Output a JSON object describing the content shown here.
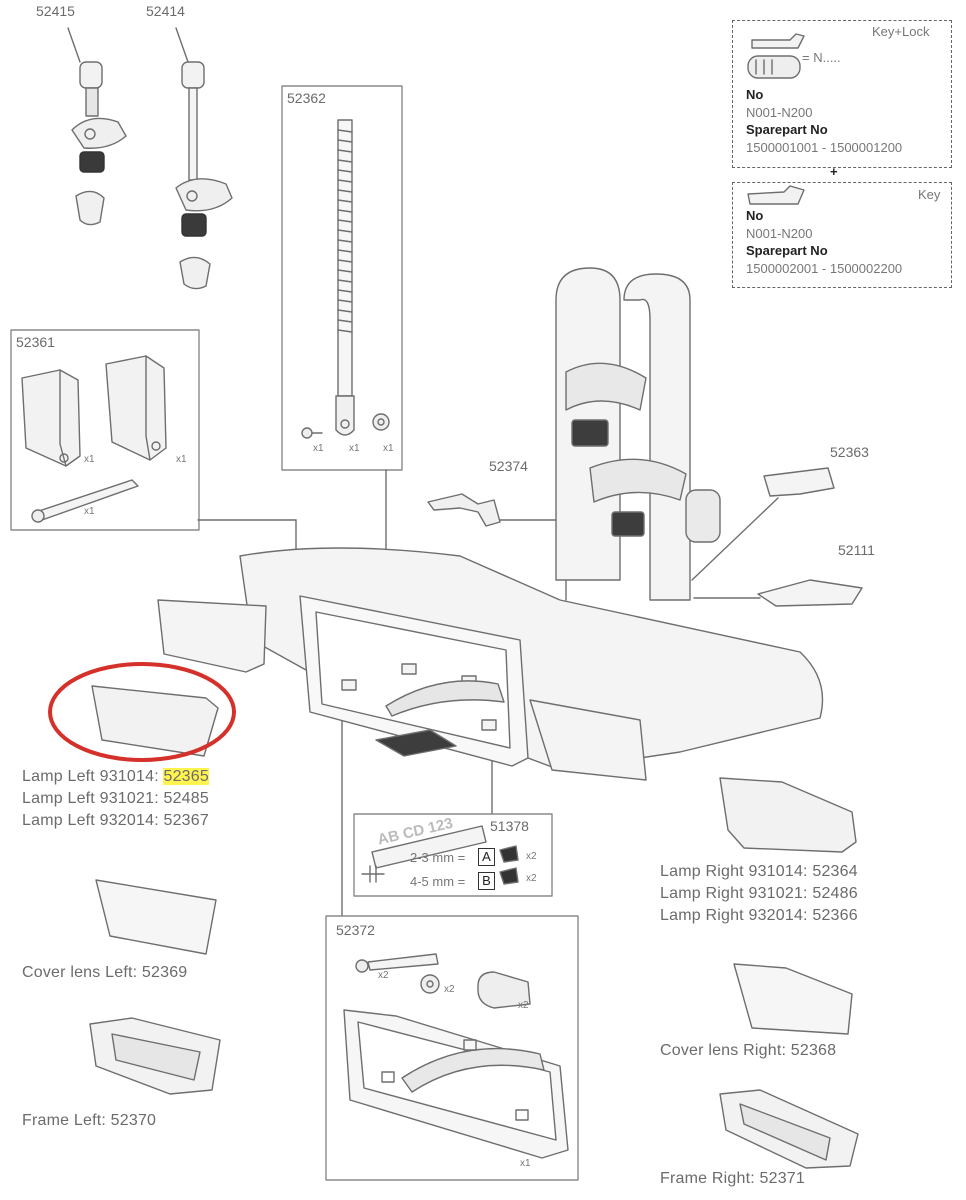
{
  "parts_top": {
    "p52415": "52415",
    "p52414": "52414",
    "p52362": "52362",
    "p52361": "52361",
    "p52374": "52374",
    "p52363": "52363",
    "p52111": "52111",
    "p51378": "51378",
    "p52372": "52372"
  },
  "qty": {
    "x1": "x1",
    "x2": "x2"
  },
  "keylock": {
    "title": "Key+Lock",
    "eq": "= N.....",
    "no_label": "No",
    "no_value": "N001-N200",
    "spare_label": "Sparepart No",
    "spare_value": "1500001001 - 1500001200"
  },
  "plus": "+",
  "key": {
    "title": "Key",
    "no_label": "No",
    "no_value": "N001-N200",
    "spare_label": "Sparepart No",
    "spare_value": "1500002001 - 1500002200"
  },
  "plate": {
    "text": "AB CD 123",
    "row1": "2-3 mm =",
    "row1_letter": "A",
    "row2": "4-5 mm =",
    "row2_letter": "B"
  },
  "lamp_left": {
    "line1_prefix": "Lamp Left 931014: ",
    "line1_part": "52365",
    "line2": "Lamp Left 931021: 52485",
    "line3": "Lamp Left 932014: 52367"
  },
  "lamp_right": {
    "line1": "Lamp Right 931014: 52364",
    "line2": "Lamp Right 931021: 52486",
    "line3": "Lamp Right 932014: 52366"
  },
  "cover_left": "Cover lens Left: 52369",
  "cover_right": "Cover lens Right: 52368",
  "frame_left": "Frame Left: 52370",
  "frame_right": "Frame Right: 52371",
  "colors": {
    "highlight": "#fff44f",
    "circle": "#d4312b",
    "line": "#6e6e6e"
  }
}
